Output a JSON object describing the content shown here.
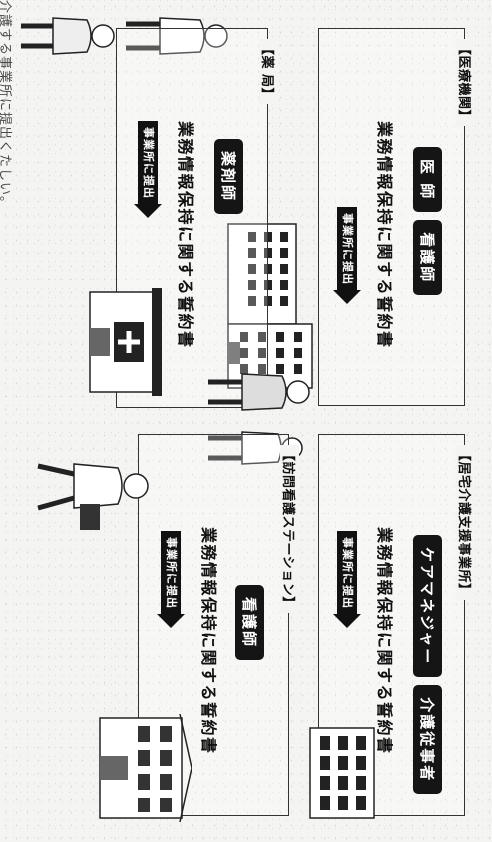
{
  "intro": "介護する事業所に提出くたしい。",
  "submit_label": "事業所に提出",
  "document_text": "業務情報保持に関する誓約書",
  "panels": {
    "medical": {
      "label": "【医療機関】",
      "roles": [
        "医 師",
        "看護師"
      ]
    },
    "pharmacy": {
      "label": "【薬 局】",
      "roles": [
        "薬剤師"
      ]
    },
    "care": {
      "label": "【居宅介護支援事業所】",
      "roles": [
        "ケアマネジャー",
        "介護従事者"
      ]
    },
    "nursing": {
      "label": "【訪問看護ステーション】",
      "roles": [
        "看護師"
      ]
    }
  },
  "icons": {
    "hospital": "hospital-building-icon",
    "pharmacy": "pharmacy-building-icon",
    "care_office": "office-building-icon",
    "nursing_station": "nursing-station-building-icon",
    "person": "person-icon"
  },
  "colors": {
    "ink": "#111111",
    "paper": "#f4f4f2"
  }
}
